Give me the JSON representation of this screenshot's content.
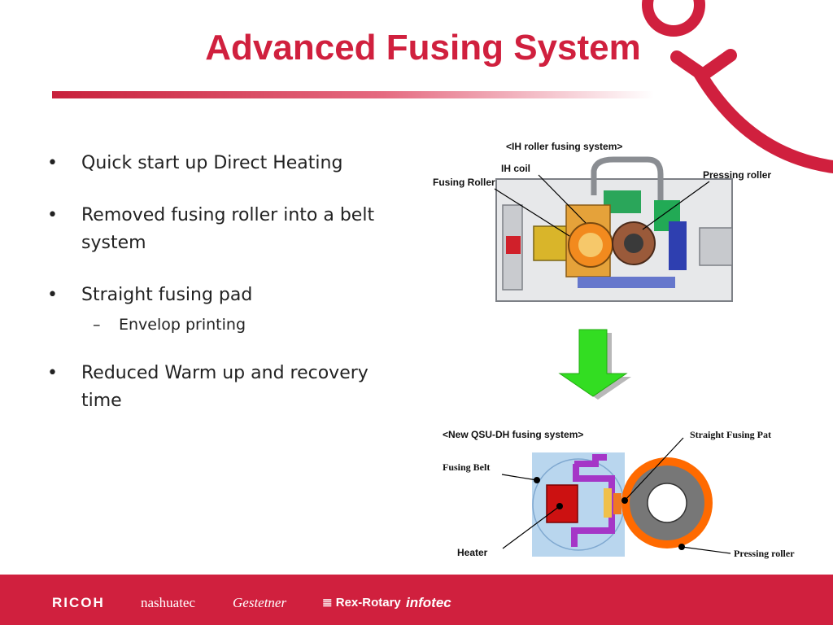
{
  "slide": {
    "title": "Advanced Fusing System",
    "bullets": [
      {
        "text": "Quick start up Direct Heating"
      },
      {
        "text": "Removed fusing roller into a belt system"
      },
      {
        "text": "Straight fusing pad",
        "sub": [
          "Envelop printing"
        ]
      },
      {
        "text": "Reduced Warm up and recovery time"
      }
    ],
    "bullet_glyph": "•",
    "sub_glyph": "–"
  },
  "diagram": {
    "top": {
      "caption": "<IH roller fusing system>",
      "labels": {
        "ih_coil": "IH coil",
        "fusing_roller": "Fusing Roller",
        "pressing_roller": "Pressing roller"
      }
    },
    "bottom": {
      "caption": "<New QSU-DH fusing system>",
      "labels": {
        "straight_pad": "Straight Fusing Pat",
        "fusing_belt": "Fusing Belt",
        "heater": "Heater",
        "pressing_roller": "Pressing roller"
      }
    },
    "arrow_color": "#33dd22"
  },
  "footer": {
    "brands": [
      "RICOH",
      "nashuatec",
      "Gestetner",
      "≣ Rex-Rotary",
      "infotec"
    ],
    "color": "#d0203e"
  },
  "colors": {
    "accent": "#d0203e"
  }
}
